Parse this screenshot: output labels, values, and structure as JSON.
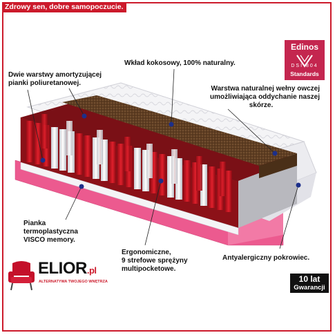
{
  "header": {
    "slogan": "Zdrowy sen, dobre samopoczucie."
  },
  "labels": {
    "coconut": "Wkład kokosowy, 100% naturalny.",
    "foam_line1": "Dwie warstwy amortyzującej",
    "foam_line2": "pianki poliuretanowej.",
    "wool_line1": "Warstwa naturalnej wełny owczej",
    "wool_line2": "umożliwiająca oddychanie naszej",
    "wool_line3": "skórze.",
    "visco_line1": "Pianka",
    "visco_line2": "termoplastyczna",
    "visco_line3": "VISCO memory.",
    "springs_line1": "Ergonomiczne,",
    "springs_line2": "9 strefowe sprężyny",
    "springs_line3": "multipocketowe.",
    "cover": "Antyalergiczny pokrowiec."
  },
  "badge": {
    "name": "Edinos",
    "code": "DSI 804",
    "standard": "Standards"
  },
  "logo": {
    "brand": "ELIOR",
    "suffix": ".pl",
    "tagline": "ALTERNATYWA TWOJEGO WNĘTRZA"
  },
  "warranty": {
    "line1": "10 lat",
    "line2": "Gwarancji"
  },
  "colors": {
    "accent": "#cc1a2b",
    "badge": "#c4264f",
    "pink_foam": "#ec5a8f",
    "coconut": "#6b4a2e"
  }
}
